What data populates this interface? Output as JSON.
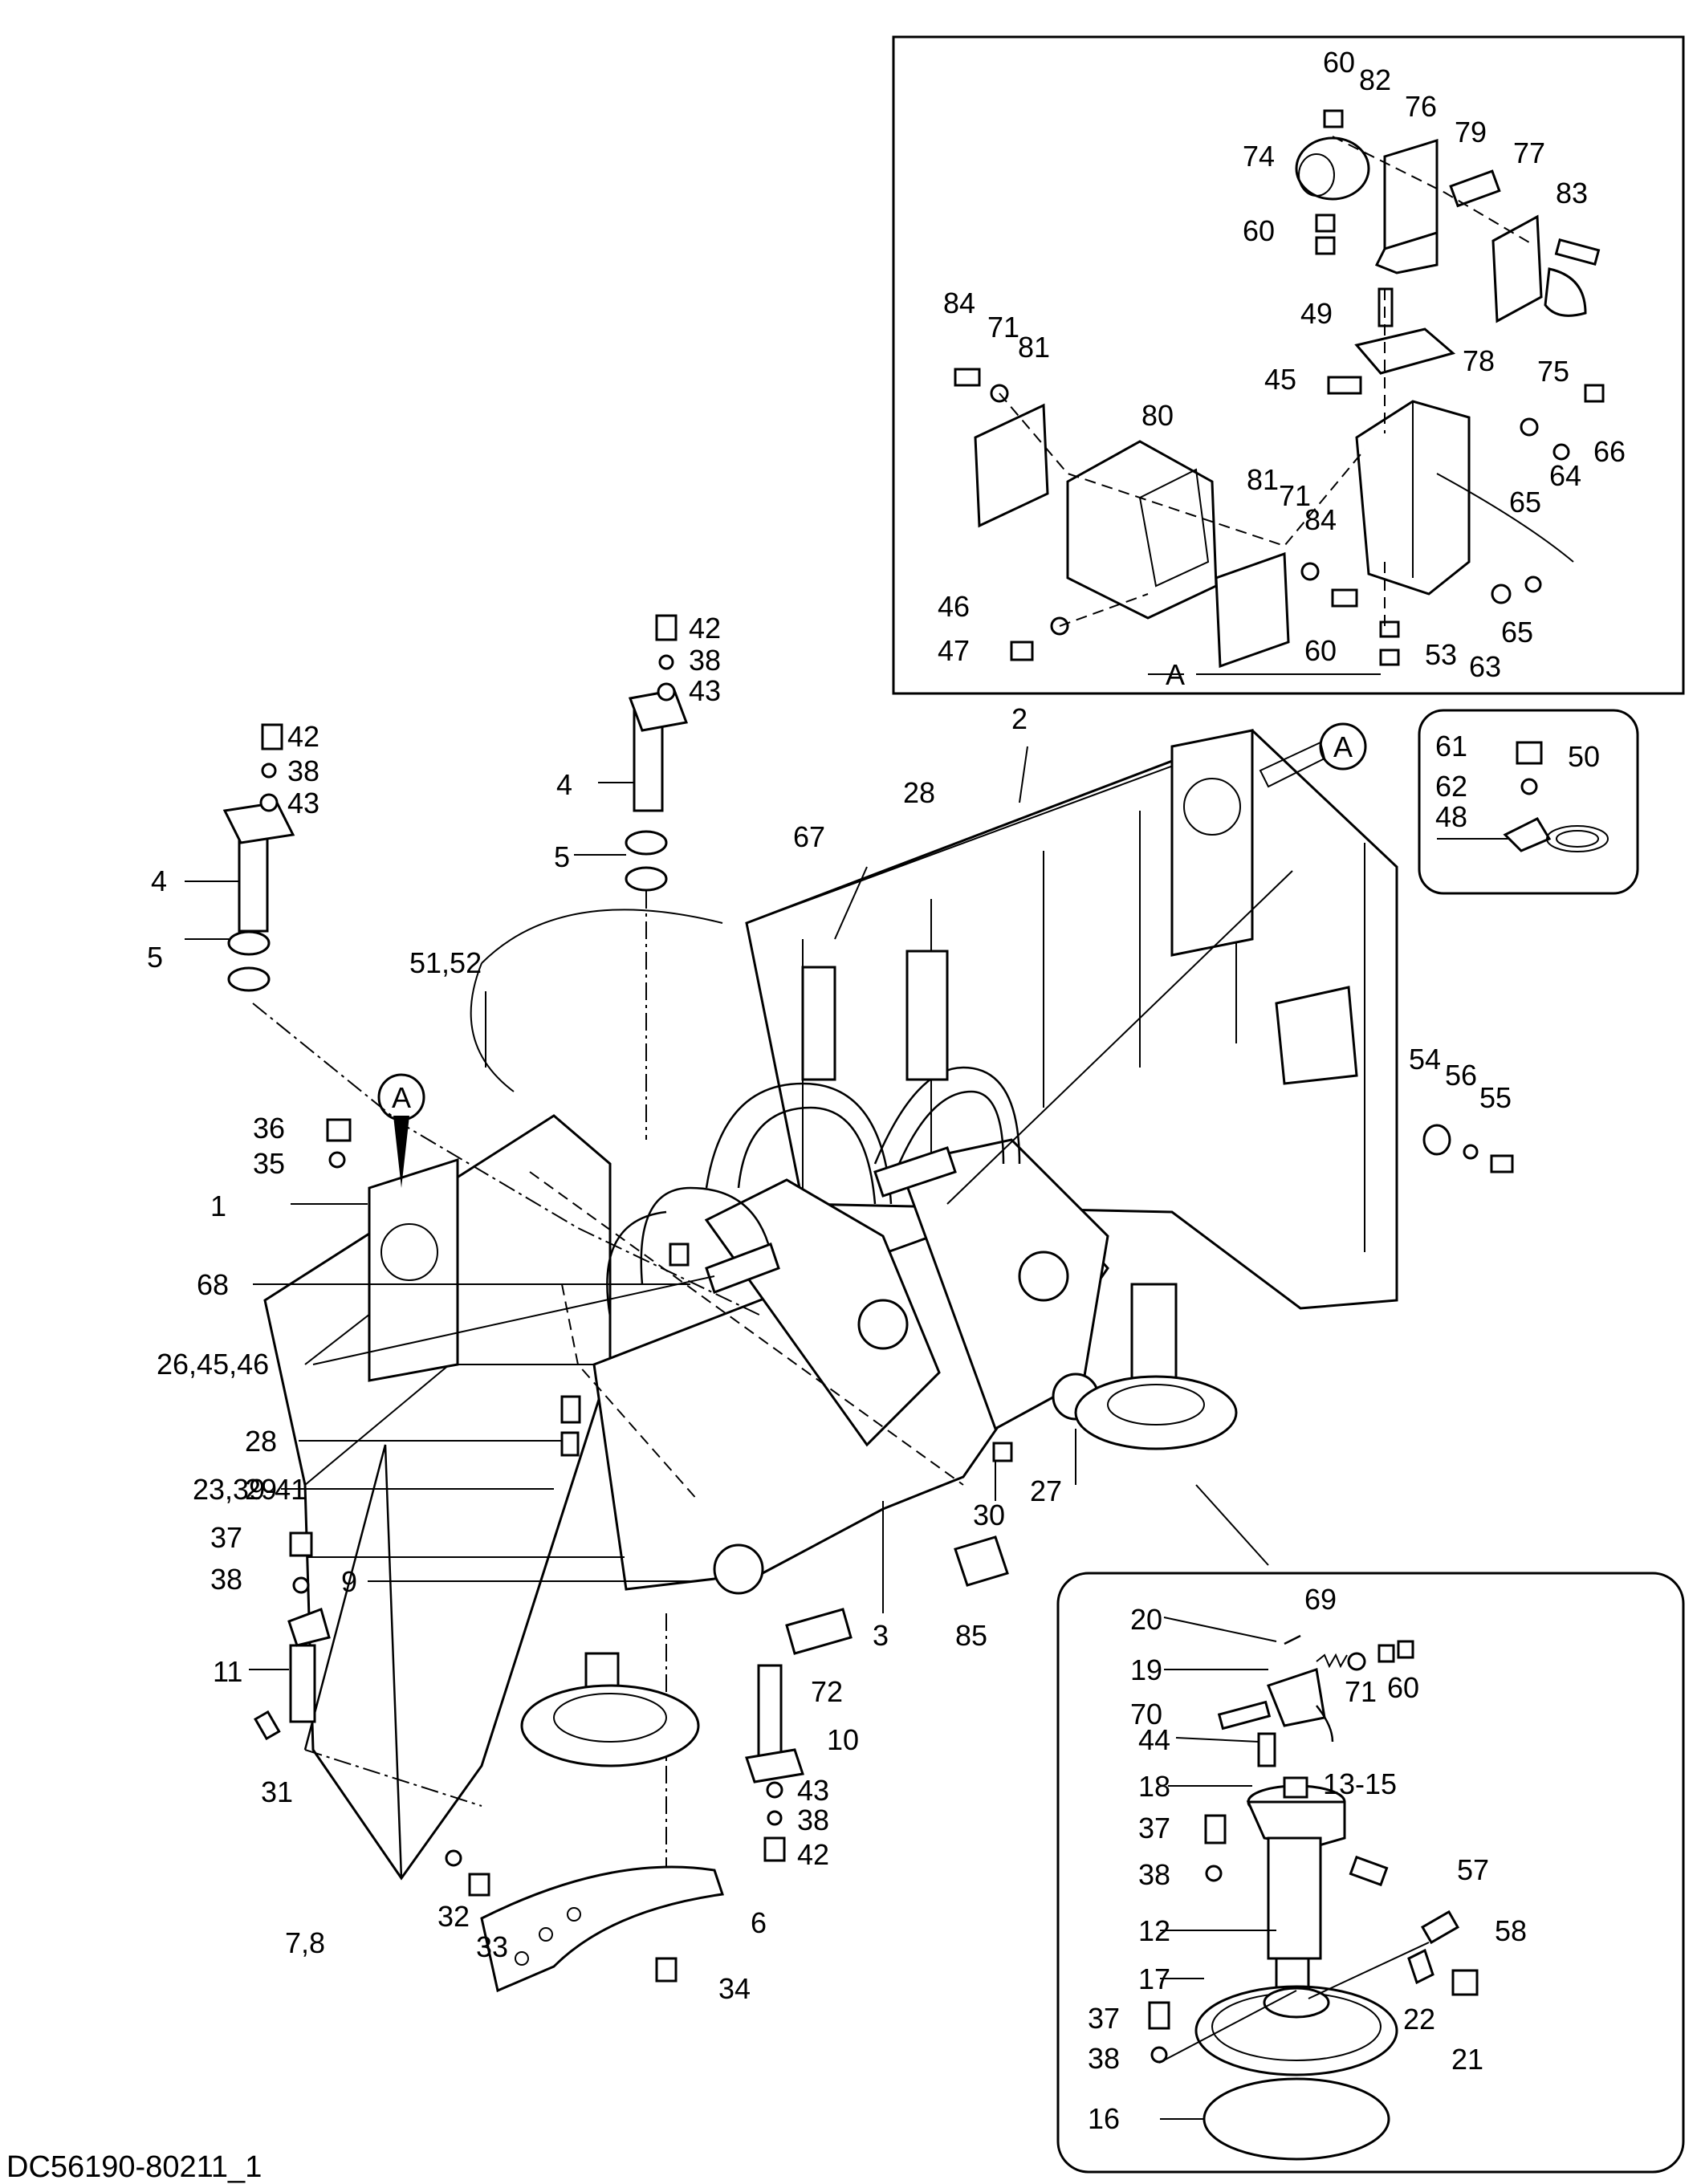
{
  "drawing_code": "DC56190-80211_1",
  "detail_marker": "A",
  "callouts": [
    {
      "id": "c60a",
      "text": "60"
    },
    {
      "id": "c82",
      "text": "82"
    },
    {
      "id": "c76",
      "text": "76"
    },
    {
      "id": "c79",
      "text": "79"
    },
    {
      "id": "c77",
      "text": "77"
    },
    {
      "id": "c74",
      "text": "74"
    },
    {
      "id": "c83",
      "text": "83"
    },
    {
      "id": "c60b",
      "text": "60"
    },
    {
      "id": "c84a",
      "text": "84"
    },
    {
      "id": "c71a",
      "text": "71"
    },
    {
      "id": "c81a",
      "text": "81"
    },
    {
      "id": "c49",
      "text": "49"
    },
    {
      "id": "c78",
      "text": "78"
    },
    {
      "id": "c75",
      "text": "75"
    },
    {
      "id": "c45a",
      "text": "45"
    },
    {
      "id": "c66",
      "text": "66"
    },
    {
      "id": "c80",
      "text": "80"
    },
    {
      "id": "c64",
      "text": "64"
    },
    {
      "id": "c65a",
      "text": "65"
    },
    {
      "id": "c81b",
      "text": "81"
    },
    {
      "id": "c71b",
      "text": "71"
    },
    {
      "id": "c84b",
      "text": "84"
    },
    {
      "id": "c46a",
      "text": "46"
    },
    {
      "id": "c47",
      "text": "47"
    },
    {
      "id": "c60c",
      "text": "60"
    },
    {
      "id": "c53",
      "text": "53"
    },
    {
      "id": "c63",
      "text": "63"
    },
    {
      "id": "c65b",
      "text": "65"
    },
    {
      "id": "cA",
      "text": "A"
    },
    {
      "id": "c42a",
      "text": "42"
    },
    {
      "id": "c38a",
      "text": "38"
    },
    {
      "id": "c43a",
      "text": "43"
    },
    {
      "id": "c4a",
      "text": "4"
    },
    {
      "id": "c5a",
      "text": "5"
    },
    {
      "id": "c2",
      "text": "2"
    },
    {
      "id": "c61",
      "text": "61"
    },
    {
      "id": "c62",
      "text": "62"
    },
    {
      "id": "c50",
      "text": "50"
    },
    {
      "id": "c48",
      "text": "48"
    },
    {
      "id": "c42b",
      "text": "42"
    },
    {
      "id": "c38b",
      "text": "38"
    },
    {
      "id": "c43b",
      "text": "43"
    },
    {
      "id": "c4b",
      "text": "4"
    },
    {
      "id": "c5b",
      "text": "5"
    },
    {
      "id": "c67",
      "text": "67"
    },
    {
      "id": "c28a",
      "text": "28"
    },
    {
      "id": "c5152",
      "text": "51,52"
    },
    {
      "id": "c54",
      "text": "54"
    },
    {
      "id": "c56",
      "text": "56"
    },
    {
      "id": "c55",
      "text": "55"
    },
    {
      "id": "c36",
      "text": "36"
    },
    {
      "id": "c35",
      "text": "35"
    },
    {
      "id": "c1",
      "text": "1"
    },
    {
      "id": "c68",
      "text": "68"
    },
    {
      "id": "c264546",
      "text": "26,45,46"
    },
    {
      "id": "c28b",
      "text": "28"
    },
    {
      "id": "c29",
      "text": "29"
    },
    {
      "id": "c233941",
      "text": "23,39-41"
    },
    {
      "id": "c30",
      "text": "30"
    },
    {
      "id": "c27",
      "text": "27"
    },
    {
      "id": "c37a",
      "text": "37"
    },
    {
      "id": "c9",
      "text": "9"
    },
    {
      "id": "c38c",
      "text": "38"
    },
    {
      "id": "c3",
      "text": "3"
    },
    {
      "id": "c85",
      "text": "85"
    },
    {
      "id": "c11",
      "text": "11"
    },
    {
      "id": "c72",
      "text": "72"
    },
    {
      "id": "c10",
      "text": "10"
    },
    {
      "id": "c20",
      "text": "20"
    },
    {
      "id": "c69",
      "text": "69"
    },
    {
      "id": "c19",
      "text": "19"
    },
    {
      "id": "c60d",
      "text": "60"
    },
    {
      "id": "c70",
      "text": "70"
    },
    {
      "id": "c71c",
      "text": "71"
    },
    {
      "id": "c44",
      "text": "44"
    },
    {
      "id": "c18",
      "text": "18"
    },
    {
      "id": "c1315",
      "text": "13-15"
    },
    {
      "id": "c37b",
      "text": "37"
    },
    {
      "id": "c57",
      "text": "57"
    },
    {
      "id": "c38d",
      "text": "38"
    },
    {
      "id": "c43c",
      "text": "43"
    },
    {
      "id": "c38e",
      "text": "38"
    },
    {
      "id": "c42c",
      "text": "42"
    },
    {
      "id": "c31",
      "text": "31"
    },
    {
      "id": "c12",
      "text": "12"
    },
    {
      "id": "c58",
      "text": "58"
    },
    {
      "id": "c17",
      "text": "17"
    },
    {
      "id": "c6",
      "text": "6"
    },
    {
      "id": "c32",
      "text": "32"
    },
    {
      "id": "c33",
      "text": "33"
    },
    {
      "id": "c78b",
      "text": "7,8"
    },
    {
      "id": "c37c",
      "text": "37"
    },
    {
      "id": "c22",
      "text": "22"
    },
    {
      "id": "c21",
      "text": "21"
    },
    {
      "id": "c34",
      "text": "34"
    },
    {
      "id": "c38f",
      "text": "38"
    },
    {
      "id": "c16",
      "text": "16"
    }
  ]
}
